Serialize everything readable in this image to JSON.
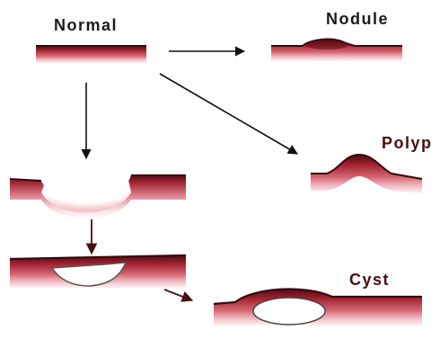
{
  "labels": {
    "normal": "Normal",
    "nodule": "Nodule",
    "polyp": "Polyp",
    "cyst": "Cyst"
  },
  "colors": {
    "tissue_dark": "#5a0f14",
    "tissue_mid": "#b42d3a",
    "tissue_light": "#f3c7cc",
    "arrow_black": "#111111",
    "arrow_maroon": "#4a0e0e",
    "label_dark": "#1a1a1a",
    "label_maroon": "#4a0e0e"
  }
}
